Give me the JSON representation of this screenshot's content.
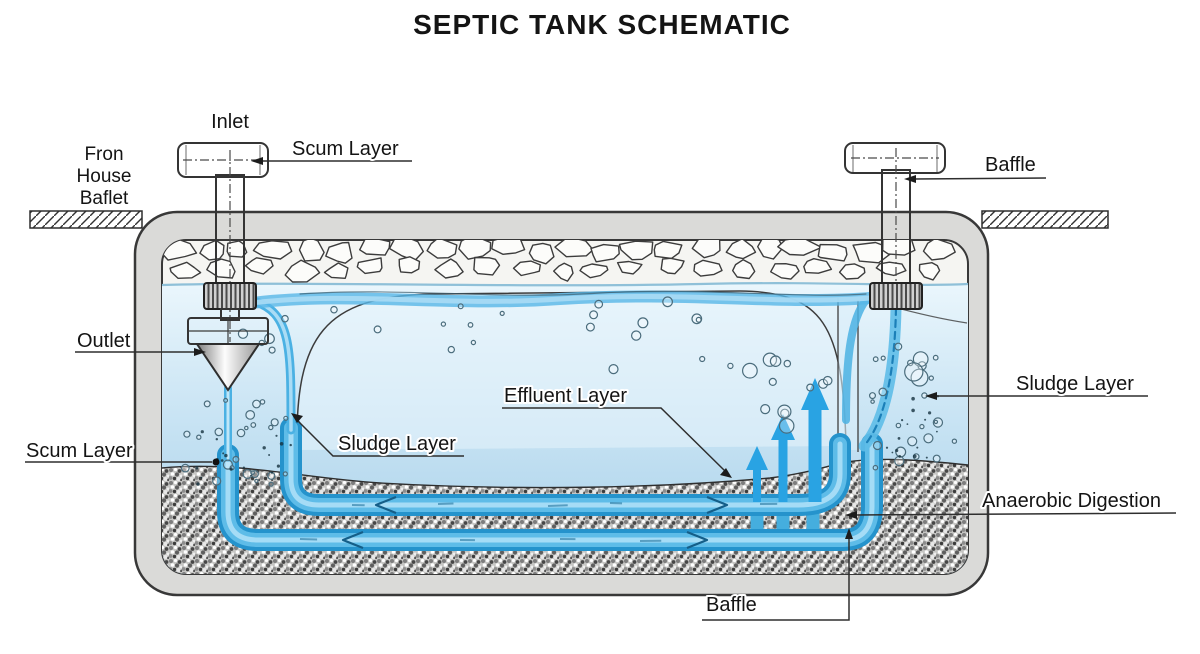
{
  "title": "SEPTIC TANK SCHEMATIC",
  "labels": {
    "inlet": "Inlet",
    "from_house": {
      "line1": "Fron",
      "line2": "House",
      "line3": "Baflet"
    },
    "scum_layer_top": "Scum Layer",
    "baffle_top": "Baffle",
    "outlet": "Outlet",
    "scum_layer_left": "Scum Layer",
    "sludge_layer_left": "Sludge Layer",
    "effluent_layer": "Effluent Layer",
    "sludge_layer_right": "Sludge Layer",
    "anaerobic_digestion": "Anaerobic Digestion",
    "baffle_bottom": "Baffle"
  },
  "colors": {
    "pipe_blue": "#2593cc",
    "flow_blue": "#29a3e3",
    "water_light": "#e9f5fc",
    "water_deep": "#a6cfe8",
    "tank_wall": "#dadad8",
    "line_dark": "#2e2e2e"
  }
}
